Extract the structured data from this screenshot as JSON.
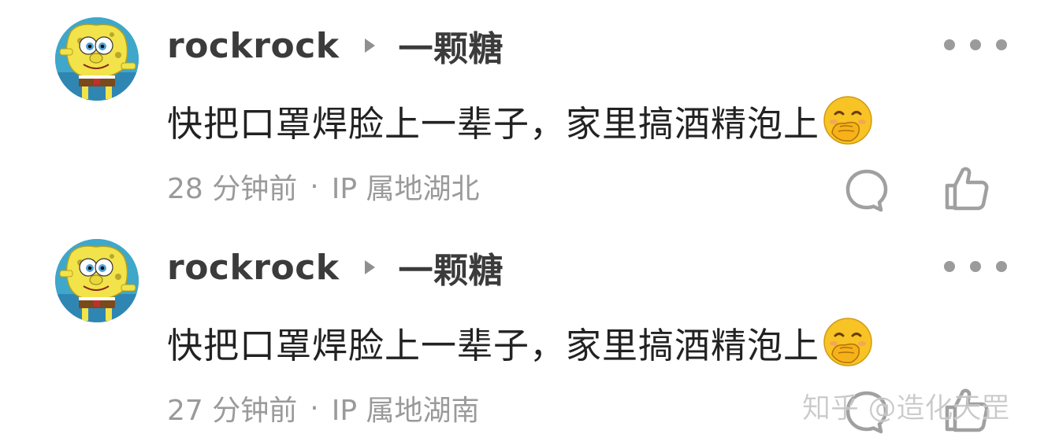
{
  "comments": [
    {
      "username": "rockrock",
      "reply_to": "一颗糖",
      "content": "快把口罩焊脸上一辈子，家里搞酒精泡上",
      "emoji": "hand-over-mouth-emoji",
      "time": "28 分钟前",
      "separator": "·",
      "location": "IP 属地湖北"
    },
    {
      "username": "rockrock",
      "reply_to": "一颗糖",
      "content": "快把口罩焊脸上一辈子，家里搞酒精泡上",
      "emoji": "hand-over-mouth-emoji",
      "time": "27 分钟前",
      "separator": "·",
      "location": "IP 属地湖南"
    }
  ],
  "watermark": "知乎 @造化天罡",
  "icons": {
    "avatar": "spongebob-avatar",
    "reply_arrow": "triangle-right-icon",
    "more": "more-dots-icon",
    "reply": "comment-bubble-icon",
    "like": "thumbs-up-icon"
  },
  "colors": {
    "username": "#3b3b3b",
    "content": "#222222",
    "meta": "#9a9a9a",
    "icon": "#a0a0a0",
    "emoji": "#f7c325"
  }
}
